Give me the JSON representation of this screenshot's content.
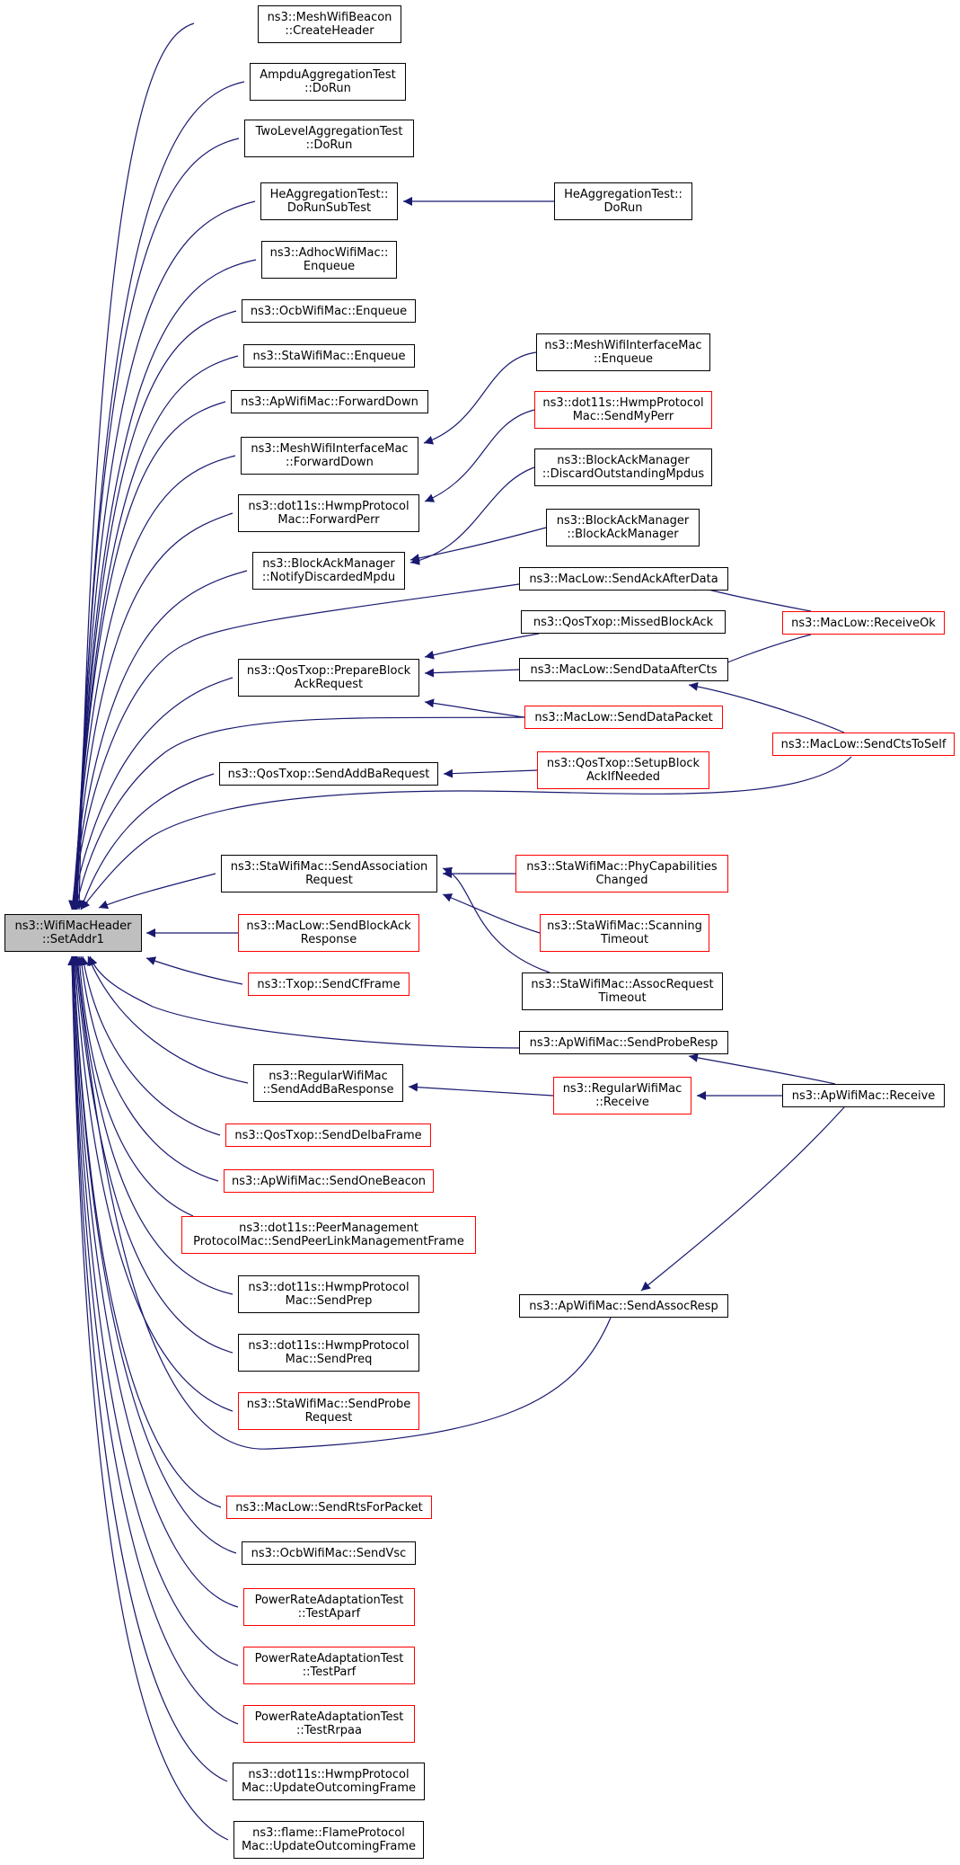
{
  "graph": {
    "root": {
      "id": "root",
      "label": "ns3::WifiMacHeader\n::SetAddr1"
    },
    "style": {
      "edge_color": "#191970",
      "node_border": "#000000",
      "node_border_red": "#ff0000",
      "root_fill": "#bfbfbf",
      "background": "#ffffff"
    },
    "nodes": [
      {
        "id": "n1",
        "label": "ns3::MeshWifiBeacon\n::CreateHeader",
        "color": "black"
      },
      {
        "id": "n2",
        "label": "AmpduAggregationTest\n::DoRun",
        "color": "black"
      },
      {
        "id": "n3",
        "label": "TwoLevelAggregationTest\n::DoRun",
        "color": "black"
      },
      {
        "id": "n4",
        "label": "HeAggregationTest::\nDoRunSubTest",
        "color": "black"
      },
      {
        "id": "n4a",
        "label": "HeAggregationTest::\nDoRun",
        "color": "black"
      },
      {
        "id": "n5",
        "label": "ns3::AdhocWifiMac::\nEnqueue",
        "color": "black"
      },
      {
        "id": "n6",
        "label": "ns3::OcbWifiMac::Enqueue",
        "color": "black"
      },
      {
        "id": "n7",
        "label": "ns3::StaWifiMac::Enqueue",
        "color": "black"
      },
      {
        "id": "n8",
        "label": "ns3::ApWifiMac::ForwardDown",
        "color": "black"
      },
      {
        "id": "n9",
        "label": "ns3::MeshWifiInterfaceMac\n::ForwardDown",
        "color": "black"
      },
      {
        "id": "n9a",
        "label": "ns3::MeshWifiInterfaceMac\n::Enqueue",
        "color": "black"
      },
      {
        "id": "n10",
        "label": "ns3::dot11s::HwmpProtocol\nMac::ForwardPerr",
        "color": "black"
      },
      {
        "id": "n10a",
        "label": "ns3::dot11s::HwmpProtocol\nMac::SendMyPerr",
        "color": "red"
      },
      {
        "id": "n11",
        "label": "ns3::BlockAckManager\n::NotifyDiscardedMpdu",
        "color": "black"
      },
      {
        "id": "n11a",
        "label": "ns3::BlockAckManager\n::DiscardOutstandingMpdus",
        "color": "black"
      },
      {
        "id": "n11b",
        "label": "ns3::BlockAckManager\n::BlockAckManager",
        "color": "black"
      },
      {
        "id": "n12",
        "label": "ns3::MacLow::SendAckAfterData",
        "color": "black"
      },
      {
        "id": "n13",
        "label": "ns3::MacLow::ReceiveOk",
        "color": "red"
      },
      {
        "id": "n14",
        "label": "ns3::QosTxop::PrepareBlock\nAckRequest",
        "color": "black"
      },
      {
        "id": "n14a",
        "label": "ns3::QosTxop::MissedBlockAck",
        "color": "black"
      },
      {
        "id": "n14b",
        "label": "ns3::MacLow::SendDataAfterCts",
        "color": "black"
      },
      {
        "id": "n15",
        "label": "ns3::MacLow::SendDataPacket",
        "color": "red"
      },
      {
        "id": "n16",
        "label": "ns3::MacLow::SendCtsToSelf",
        "color": "red"
      },
      {
        "id": "n17",
        "label": "ns3::QosTxop::SendAddBaRequest",
        "color": "black"
      },
      {
        "id": "n17a",
        "label": "ns3::QosTxop::SetupBlock\nAckIfNeeded",
        "color": "red"
      },
      {
        "id": "n18",
        "label": "ns3::StaWifiMac::SendAssociation\nRequest",
        "color": "black"
      },
      {
        "id": "n18a",
        "label": "ns3::StaWifiMac::PhyCapabilities\nChanged",
        "color": "red"
      },
      {
        "id": "n18b",
        "label": "ns3::StaWifiMac::Scanning\nTimeout",
        "color": "red"
      },
      {
        "id": "n18c",
        "label": "ns3::StaWifiMac::AssocRequest\nTimeout",
        "color": "black"
      },
      {
        "id": "n19",
        "label": "ns3::MacLow::SendBlockAck\nResponse",
        "color": "red"
      },
      {
        "id": "n20",
        "label": "ns3::Txop::SendCfFrame",
        "color": "red"
      },
      {
        "id": "n21",
        "label": "ns3::ApWifiMac::SendProbeResp",
        "color": "black"
      },
      {
        "id": "n22",
        "label": "ns3::RegularWifiMac\n::SendAddBaResponse",
        "color": "black"
      },
      {
        "id": "n22a",
        "label": "ns3::RegularWifiMac\n::Receive",
        "color": "red"
      },
      {
        "id": "n22b",
        "label": "ns3::ApWifiMac::Receive",
        "color": "black"
      },
      {
        "id": "n23",
        "label": "ns3::QosTxop::SendDelbaFrame",
        "color": "red"
      },
      {
        "id": "n24",
        "label": "ns3::ApWifiMac::SendOneBeacon",
        "color": "red"
      },
      {
        "id": "n25",
        "label": "ns3::dot11s::PeerManagement\nProtocolMac::SendPeerLinkManagementFrame",
        "color": "red"
      },
      {
        "id": "n26",
        "label": "ns3::dot11s::HwmpProtocol\nMac::SendPrep",
        "color": "black"
      },
      {
        "id": "n27",
        "label": "ns3::ApWifiMac::SendAssocResp",
        "color": "black"
      },
      {
        "id": "n28",
        "label": "ns3::dot11s::HwmpProtocol\nMac::SendPreq",
        "color": "black"
      },
      {
        "id": "n29",
        "label": "ns3::StaWifiMac::SendProbe\nRequest",
        "color": "red"
      },
      {
        "id": "n30",
        "label": "ns3::MacLow::SendRtsForPacket",
        "color": "red"
      },
      {
        "id": "n31",
        "label": "ns3::OcbWifiMac::SendVsc",
        "color": "black"
      },
      {
        "id": "n32",
        "label": "PowerRateAdaptationTest\n::TestAparf",
        "color": "red"
      },
      {
        "id": "n33",
        "label": "PowerRateAdaptationTest\n::TestParf",
        "color": "red"
      },
      {
        "id": "n34",
        "label": "PowerRateAdaptationTest\n::TestRrpaa",
        "color": "red"
      },
      {
        "id": "n35",
        "label": "ns3::dot11s::HwmpProtocol\nMac::UpdateOutcomingFrame",
        "color": "black"
      },
      {
        "id": "n36",
        "label": "ns3::flame::FlameProtocol\nMac::UpdateOutcomingFrame",
        "color": "black"
      }
    ],
    "edges": [
      [
        "n1",
        "root"
      ],
      [
        "n2",
        "root"
      ],
      [
        "n3",
        "root"
      ],
      [
        "n4",
        "root"
      ],
      [
        "n5",
        "root"
      ],
      [
        "n6",
        "root"
      ],
      [
        "n7",
        "root"
      ],
      [
        "n8",
        "root"
      ],
      [
        "n9",
        "root"
      ],
      [
        "n10",
        "root"
      ],
      [
        "n11",
        "root"
      ],
      [
        "n12",
        "root"
      ],
      [
        "n14",
        "root"
      ],
      [
        "n15",
        "root"
      ],
      [
        "n16",
        "root"
      ],
      [
        "n17",
        "root"
      ],
      [
        "n18",
        "root"
      ],
      [
        "n19",
        "root"
      ],
      [
        "n20",
        "root"
      ],
      [
        "n21",
        "root"
      ],
      [
        "n22",
        "root"
      ],
      [
        "n23",
        "root"
      ],
      [
        "n24",
        "root"
      ],
      [
        "n25",
        "root"
      ],
      [
        "n26",
        "root"
      ],
      [
        "n27",
        "root"
      ],
      [
        "n28",
        "root"
      ],
      [
        "n29",
        "root"
      ],
      [
        "n30",
        "root"
      ],
      [
        "n31",
        "root"
      ],
      [
        "n32",
        "root"
      ],
      [
        "n33",
        "root"
      ],
      [
        "n34",
        "root"
      ],
      [
        "n35",
        "root"
      ],
      [
        "n36",
        "root"
      ],
      [
        "n4a",
        "n4"
      ],
      [
        "n9a",
        "n9"
      ],
      [
        "n10a",
        "n10"
      ],
      [
        "n11a",
        "n11"
      ],
      [
        "n11b",
        "n11"
      ],
      [
        "n13",
        "n12"
      ],
      [
        "n14a",
        "n14"
      ],
      [
        "n14b",
        "n14"
      ],
      [
        "n15",
        "n14"
      ],
      [
        "n13",
        "n14b"
      ],
      [
        "n16",
        "n14b"
      ],
      [
        "n17a",
        "n17"
      ],
      [
        "n18a",
        "n18"
      ],
      [
        "n18b",
        "n18"
      ],
      [
        "n18c",
        "n18"
      ],
      [
        "n22b",
        "n21"
      ],
      [
        "n22a",
        "n22"
      ],
      [
        "n22b",
        "n22a"
      ],
      [
        "n22b",
        "n27"
      ]
    ]
  }
}
